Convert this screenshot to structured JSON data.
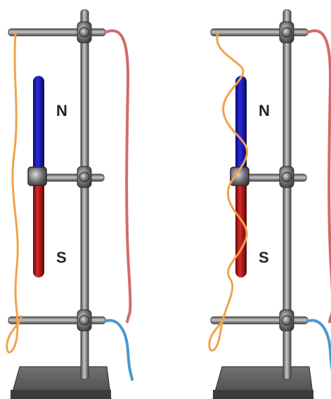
{
  "colors": {
    "rod": "#6a6a6a",
    "rod_highlight": "#b8b8b8",
    "base": "#3c3c3c",
    "magnet_north": "#1212a8",
    "magnet_south": "#a81414",
    "wire_orange": "#f2a24a",
    "wire_red": "#d46a6a",
    "wire_blue": "#4a98d0",
    "clamp": "#555555"
  },
  "panels": [
    {
      "id": "left",
      "north_label": "N",
      "south_label": "S",
      "coil_wound_on_magnet": false
    },
    {
      "id": "right",
      "north_label": "N",
      "south_label": "S",
      "coil_wound_on_magnet": true
    }
  ]
}
